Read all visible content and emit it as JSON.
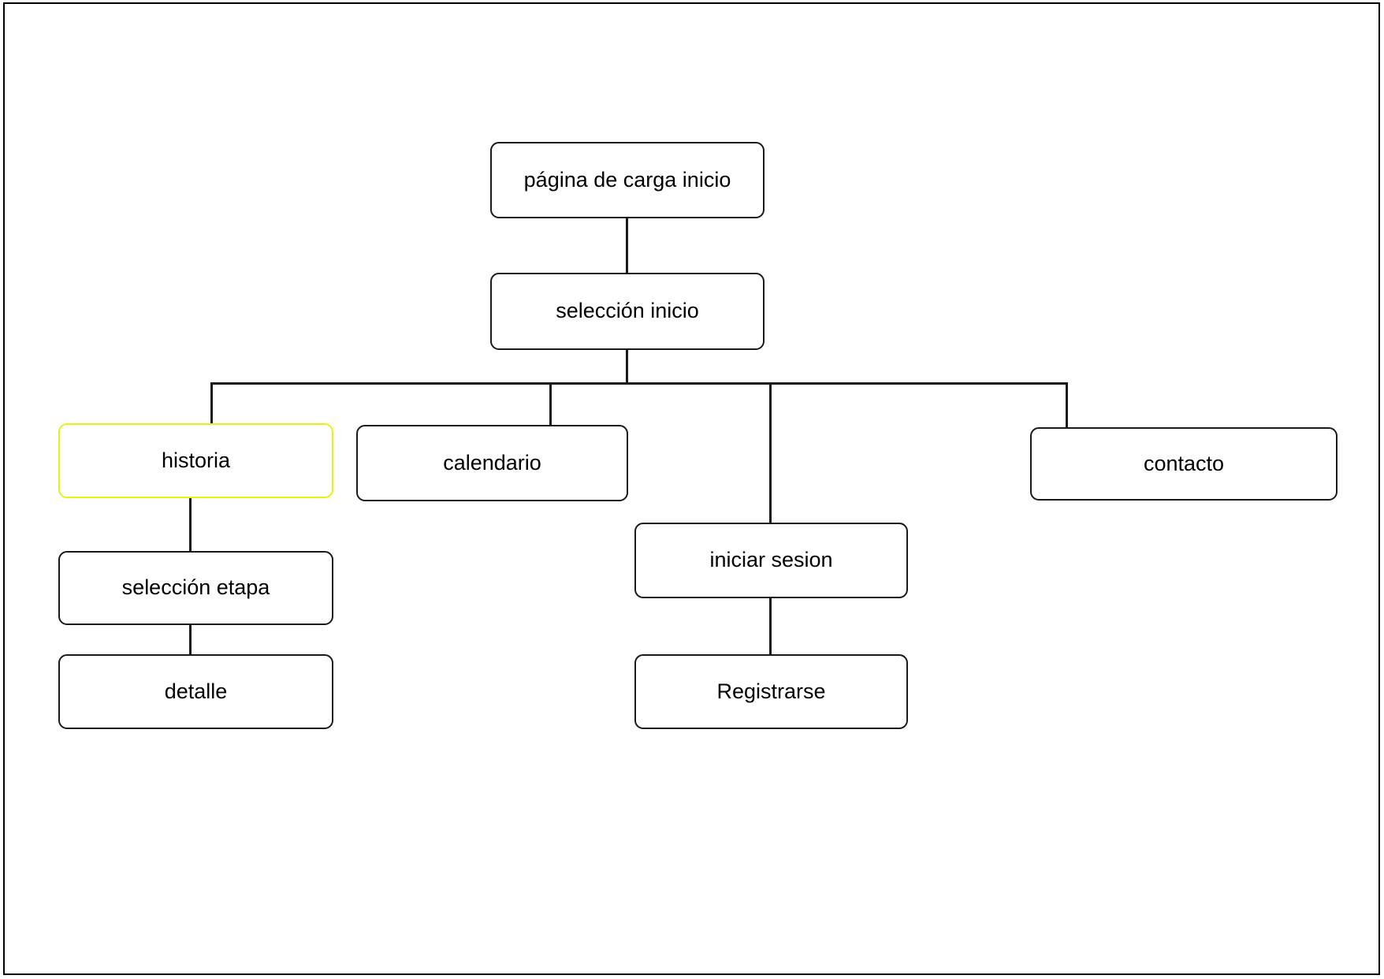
{
  "diagram": {
    "title": "sitemap-flowchart",
    "type": "tree-flowchart",
    "background_color": "#ffffff",
    "frame_color": "#000000",
    "node_border_color": "#1a1a1a",
    "highlight_color": "#e3f50d",
    "nodes": [
      {
        "id": "pagina-de-carga-inicio",
        "label": "página de carga inicio",
        "highlighted": false
      },
      {
        "id": "seleccion-inicio",
        "label": "selección inicio",
        "highlighted": false
      },
      {
        "id": "historia",
        "label": "historia",
        "highlighted": true
      },
      {
        "id": "calendario",
        "label": "calendario",
        "highlighted": false
      },
      {
        "id": "contacto",
        "label": "contacto",
        "highlighted": false
      },
      {
        "id": "iniciar-sesion",
        "label": "iniciar sesion",
        "highlighted": false
      },
      {
        "id": "seleccion-etapa",
        "label": "selección etapa",
        "highlighted": false
      },
      {
        "id": "detalle",
        "label": "detalle",
        "highlighted": false
      },
      {
        "id": "registrarse",
        "label": "Registrarse",
        "highlighted": false
      }
    ],
    "edges": [
      {
        "from": "pagina-de-carga-inicio",
        "to": "seleccion-inicio"
      },
      {
        "from": "seleccion-inicio",
        "to": "historia"
      },
      {
        "from": "seleccion-inicio",
        "to": "calendario"
      },
      {
        "from": "seleccion-inicio",
        "to": "iniciar-sesion"
      },
      {
        "from": "seleccion-inicio",
        "to": "contacto"
      },
      {
        "from": "historia",
        "to": "seleccion-etapa"
      },
      {
        "from": "seleccion-etapa",
        "to": "detalle"
      },
      {
        "from": "iniciar-sesion",
        "to": "registrarse"
      }
    ]
  }
}
